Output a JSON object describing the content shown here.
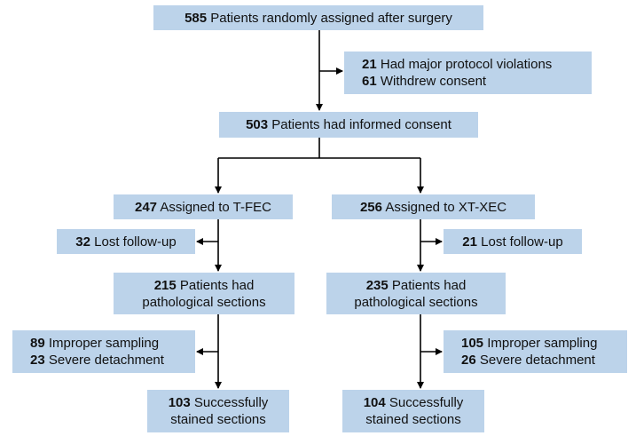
{
  "flowchart": {
    "randomized": {
      "count": "585",
      "text": "Patients randomly assigned after surgery"
    },
    "excluded": [
      {
        "count": "21",
        "text": "Had major protocol violations"
      },
      {
        "count": "61",
        "text": "Withdrew consent"
      }
    ],
    "consented": {
      "count": "503",
      "text": "Patients had informed consent"
    },
    "tfec": {
      "assigned": {
        "count": "247",
        "text": "Assigned to T-FEC"
      },
      "lost": {
        "count": "32",
        "text": "Lost follow-up"
      },
      "sections": {
        "count": "215",
        "line1": "Patients had",
        "line2": "pathological sections"
      },
      "exclusions": [
        {
          "count": "89",
          "text": "Improper sampling"
        },
        {
          "count": "23",
          "text": "Severe detachment"
        }
      ],
      "stained": {
        "count": "103",
        "line1": "Successfully",
        "line2": "stained sections"
      }
    },
    "xtxec": {
      "assigned": {
        "count": "256",
        "text": "Assigned to XT-XEC"
      },
      "lost": {
        "count": "21",
        "text": "Lost follow-up"
      },
      "sections": {
        "count": "235",
        "line1": "Patients had",
        "line2": "pathological sections"
      },
      "exclusions": [
        {
          "count": "105",
          "text": "Improper sampling"
        },
        {
          "count": "26",
          "text": "Severe detachment"
        }
      ],
      "stained": {
        "count": "104",
        "line1": "Successfully",
        "line2": "stained sections"
      }
    },
    "colors": {
      "box_fill": "#bcd3ea",
      "line": "#000000"
    }
  }
}
